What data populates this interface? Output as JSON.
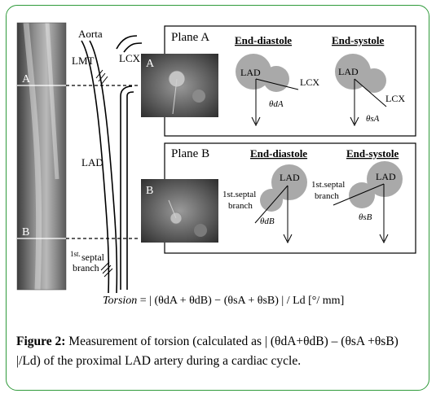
{
  "figure": {
    "labels": {
      "aorta": "Aorta",
      "lmt": "LMT",
      "lcx": "LCX",
      "lad": "LAD",
      "level_a": "A",
      "level_b": "B",
      "septal_sup": "1st.",
      "septal": "septal",
      "branch": "branch"
    },
    "panel_a": {
      "title": "Plane A",
      "inset_label": "A",
      "diastole": {
        "header": "End-diastole",
        "lad": "LAD",
        "lcx": "LCX",
        "angle": "θdA"
      },
      "systole": {
        "header": "End-systole",
        "lad": "LAD",
        "lcx": "LCX",
        "angle": "θsA"
      }
    },
    "panel_b": {
      "title": "Plane B",
      "inset_label": "B",
      "diastole": {
        "header": "End-diastole",
        "lad": "LAD",
        "septal_1": "1st.septal",
        "septal_2": "branch",
        "angle": "θdB"
      },
      "systole": {
        "header": "End-systole",
        "lad": "LAD",
        "septal_1": "1st.septal",
        "septal_2": "branch",
        "angle": "θsB"
      }
    },
    "formula": {
      "lhs": "Torsion",
      "rhs": " = | (θdA + θdB) − (θsA + θsB) | / Ld  [°/ mm]"
    }
  },
  "caption": {
    "label": "Figure 2:",
    "text": " Measurement of torsion (calculated as | (θdA+θdB) – (θsA +θsB) |/Ld) of the proximal LAD artery during a cardiac cycle."
  },
  "colors": {
    "frame": "#2f9a3a",
    "blob": "#a9a9a9"
  }
}
